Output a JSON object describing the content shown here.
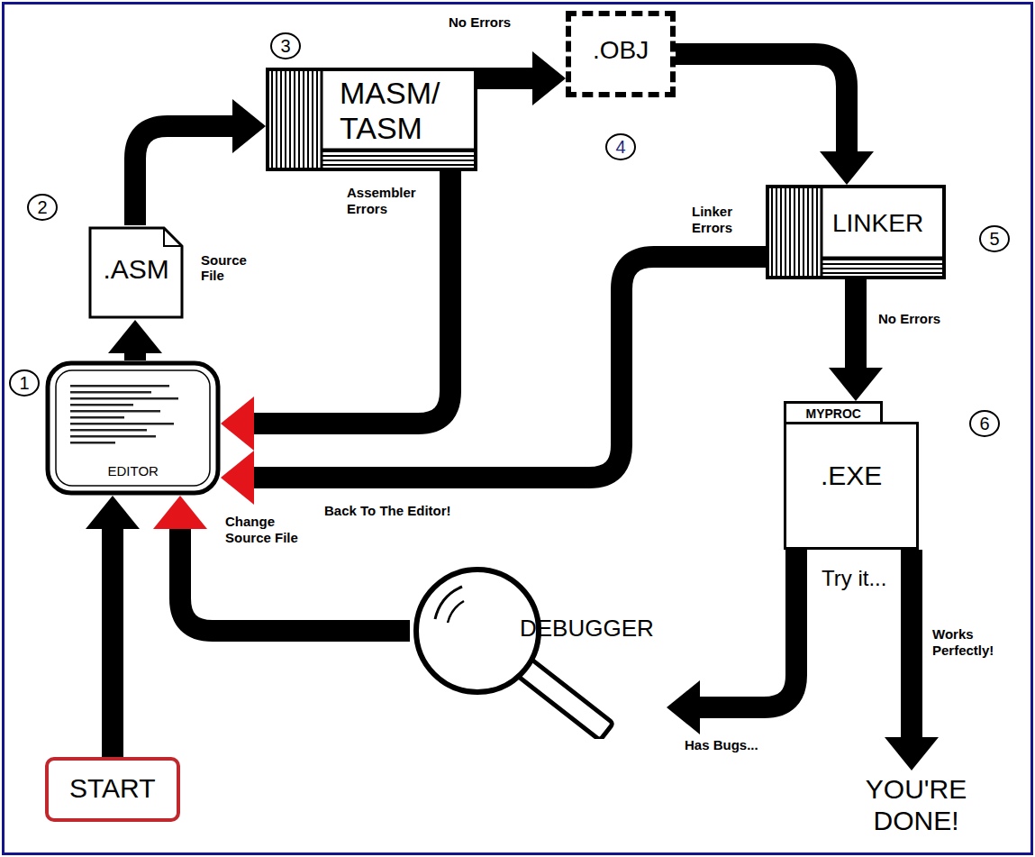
{
  "diagram": {
    "nodes": [
      {
        "text": [
          "EDITOR"
        ]
      },
      {
        "text": [
          ".ASM",
          "Source File"
        ]
      },
      {
        "text": [
          "MASM/ TASM"
        ]
      },
      {
        "text": [
          ".OBJ"
        ]
      },
      {
        "text": [
          "LINKER"
        ]
      },
      {
        "text": [
          "MYPROC",
          ".EXE"
        ]
      },
      {
        "text": [
          "DEBUGGER"
        ]
      },
      {
        "text": [
          "START"
        ]
      },
      {
        "text": [
          "YOU'RE DONE!"
        ]
      }
    ],
    "edges": [
      {
        "from": 7,
        "to": 0,
        "arrow": "to"
      },
      {
        "from": 0,
        "to": 1,
        "arrow": "to"
      },
      {
        "from": 1,
        "to": 2,
        "arrow": "to"
      },
      {
        "from": 2,
        "to": 3,
        "arrow": "to",
        "label": "No Errors"
      },
      {
        "from": 2,
        "to": 0,
        "arrow": "to",
        "label": "Assembler Errors"
      },
      {
        "from": 3,
        "to": 4,
        "arrow": "to"
      },
      {
        "from": 4,
        "to": 5,
        "arrow": "to",
        "label": "No Errors"
      },
      {
        "from": 4,
        "to": 0,
        "arrow": "to",
        "label": "Linker Errors"
      },
      {
        "from": 5,
        "to": 6,
        "arrow": "to",
        "label": "Has Bugs..."
      },
      {
        "from": 6,
        "to": 0,
        "arrow": "to",
        "label": "Change Source File"
      },
      {
        "from": 5,
        "to": 8,
        "arrow": "to",
        "label": "Works Perfectly!"
      }
    ],
    "labels": [
      "1",
      "2",
      "3",
      "4",
      "5",
      "6",
      "Back To The Editor!",
      "Try it..."
    ]
  }
}
